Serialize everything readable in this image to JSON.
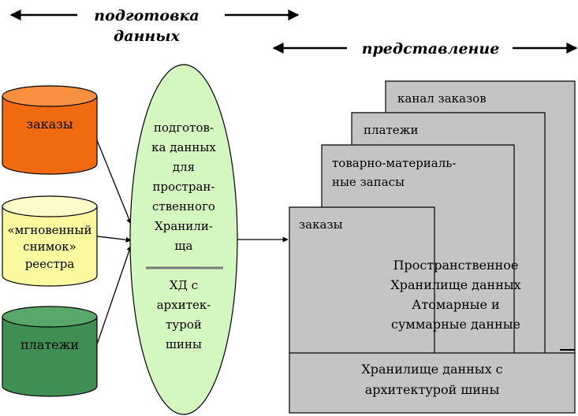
{
  "headers": {
    "prep_line1": "подготовка",
    "prep_line2": "данных",
    "presentation": "представление"
  },
  "sources": [
    {
      "id": "orders",
      "lines": [
        "заказы"
      ],
      "color": "#f26a10"
    },
    {
      "id": "registry",
      "lines": [
        "«мгновенный",
        "снимок»",
        "реестра"
      ],
      "color": "#fbf9a0"
    },
    {
      "id": "payments",
      "lines": [
        "платежи"
      ],
      "color": "#3f8f55"
    }
  ],
  "process": {
    "top_lines": [
      "подготов-",
      "ка данных",
      "для",
      "простран-",
      "ственного",
      "Хранили-",
      "ща"
    ],
    "bottom_lines": [
      "ХД с",
      "архитек-",
      "турой",
      "шины"
    ],
    "color": "#d4f7c0"
  },
  "sheets": {
    "channel": "канал заказов",
    "payments": "платежи",
    "inventory_line1": "товарно-материаль-",
    "inventory_line2": "ные запасы",
    "orders": "заказы"
  },
  "main": {
    "lines": [
      "Пространственное",
      "Хранилище данных",
      "Атомарные и",
      "суммарные данные"
    ]
  },
  "bus": {
    "line1": "Хранилище данных с",
    "line2": "архитектурой шины"
  },
  "colors": {
    "sheet_fill": "#c4c4c4",
    "stroke": "#000000"
  }
}
